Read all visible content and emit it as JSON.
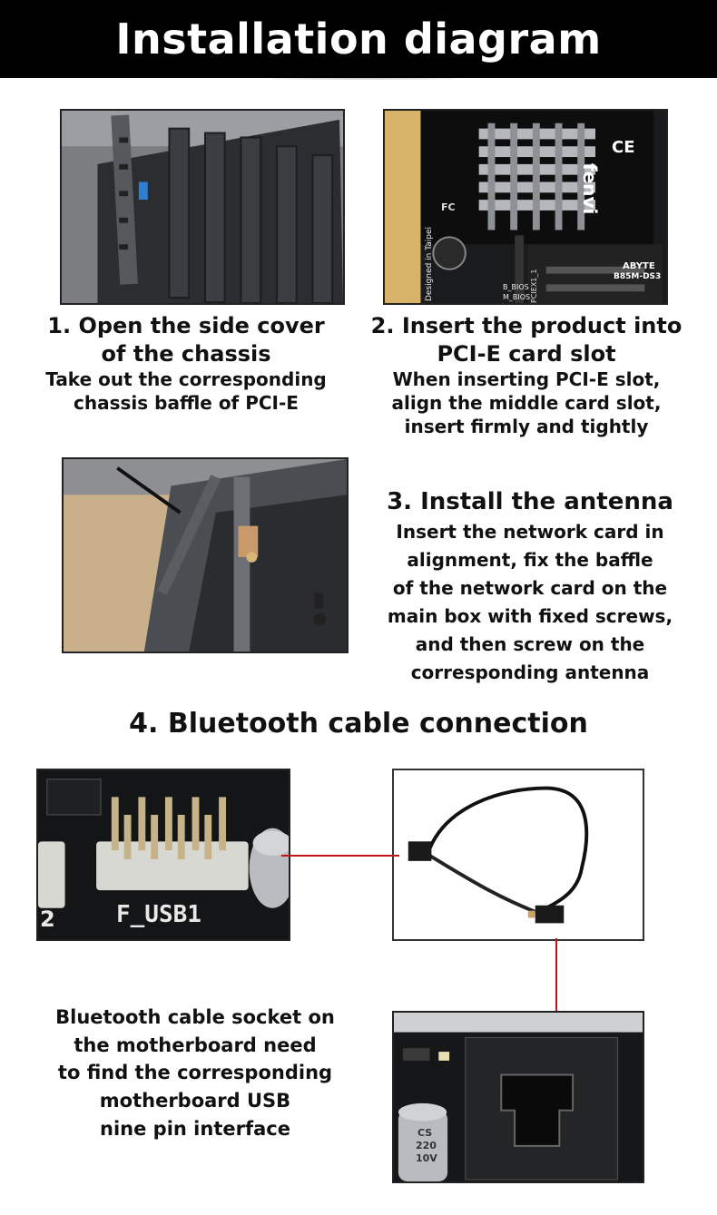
{
  "banner": {
    "title": "Installation diagram"
  },
  "steps": [
    {
      "heading_1": "1. Open the side cover",
      "heading_2": "of the chassis",
      "body_1": "Take out the corresponding",
      "body_2": "chassis baffle of PCI-E"
    },
    {
      "heading_1": "2. Insert the product into",
      "heading_2": "PCI-E card slot",
      "body_1": "When inserting PCI-E slot,",
      "body_2": "align the middle card slot,",
      "body_3": "insert firmly and tightly"
    },
    {
      "heading_1": "3. Install the antenna",
      "body_1": "Insert the network card in",
      "body_2": "alignment, fix the baffle",
      "body_3": "of the network card on the",
      "body_4": "main box with fixed screws,",
      "body_5": "and then screw on the",
      "body_6": "corresponding antenna"
    }
  ],
  "bluetooth": {
    "title": "4. Bluetooth cable connection",
    "note_1": "Bluetooth cable socket on",
    "note_2": "the motherboard need",
    "note_3": "to find the corresponding",
    "note_4": "motherboard USB",
    "note_5": "nine pin interface",
    "header_label": "F_USB1",
    "header_side_label": "2"
  },
  "board_print": {
    "brand": "fenvi",
    "ce": "CE",
    "fc": "FC",
    "made_in": "Designed in Taipei",
    "bios_b": "B_BIOS",
    "bios_m": "M_BIOS",
    "board_brand": "ABYTE",
    "board_model": "B85M-DS3",
    "slot_label": "PCIEX1_1",
    "cap_text_1": "CS",
    "cap_text_2": "220",
    "cap_text_3": "10V"
  },
  "colors": {
    "banner_bg": "#000000",
    "banner_text": "#ffffff",
    "connector_line": "#c01818"
  }
}
